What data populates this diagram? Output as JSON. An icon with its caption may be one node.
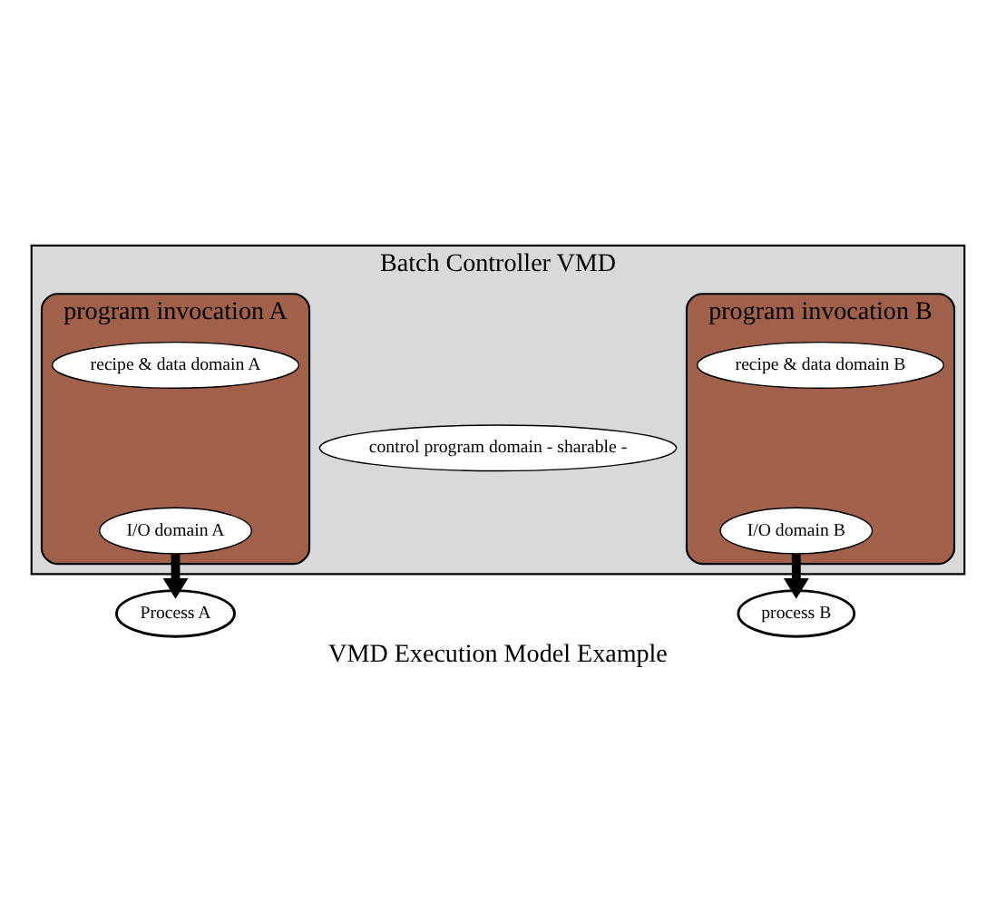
{
  "diagram": {
    "title": "VMD Execution Model Example",
    "nodes": [
      {
        "text": [
          "Batch Controller VMD"
        ]
      },
      {
        "text": [
          "program invocation A"
        ],
        "in": 0
      },
      {
        "text": [
          "recipe & data domain A"
        ],
        "in": 1
      },
      {
        "text": [
          "I/O domain A"
        ],
        "in": 1
      },
      {
        "text": [
          "program invocation B"
        ],
        "in": 0
      },
      {
        "text": [
          "recipe & data domain B"
        ],
        "in": 4
      },
      {
        "text": [
          "I/O domain B"
        ],
        "in": 4
      },
      {
        "text": [
          "control program domain - sharable -"
        ],
        "in": 0
      },
      {
        "text": [
          "Process A"
        ]
      },
      {
        "text": [
          "process B"
        ]
      }
    ],
    "edges": [
      {
        "from": 3,
        "to": 8,
        "arrow": "to"
      },
      {
        "from": 6,
        "to": 9,
        "arrow": "to"
      }
    ]
  }
}
